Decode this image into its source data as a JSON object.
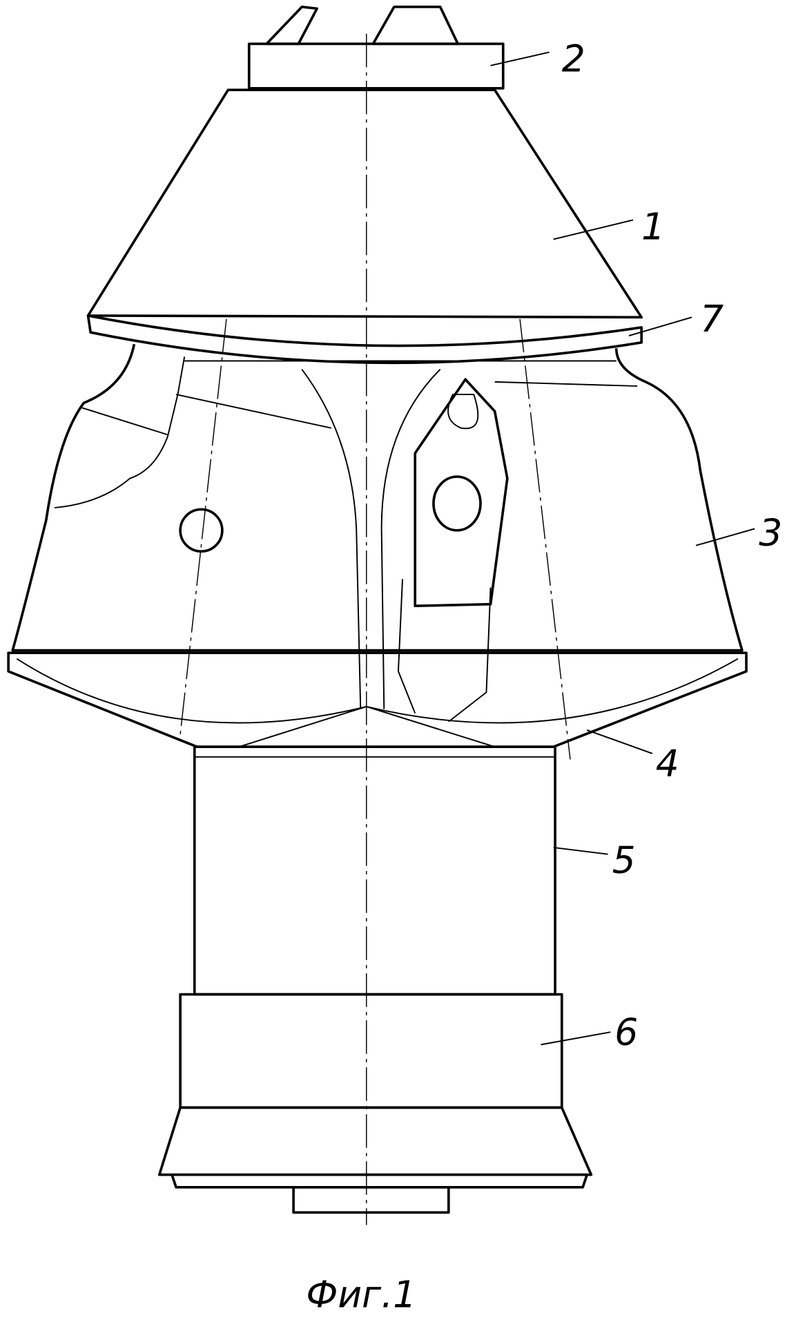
{
  "figure": {
    "caption": "Фиг.1",
    "labels": {
      "cutter_1": "1",
      "tip_2": "2",
      "body_3": "3",
      "ring_4": "4",
      "sleeve_5": "5",
      "ring_6": "6",
      "band_7": "7"
    }
  }
}
